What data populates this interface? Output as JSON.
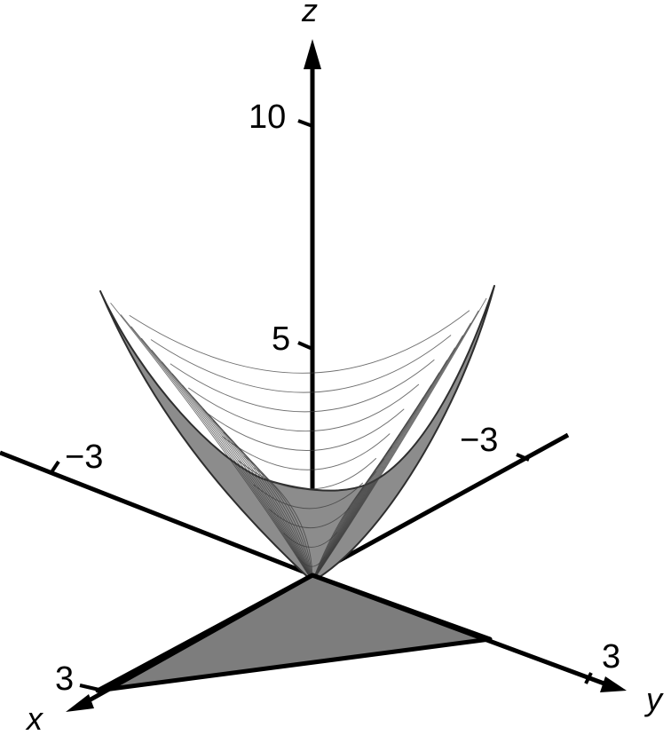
{
  "axes": {
    "x": {
      "label": "x",
      "tick_label": "3"
    },
    "y": {
      "label": "y",
      "tick_label_pos": "3",
      "tick_label_neg": "−3"
    },
    "neg_x_tick_label": "−3",
    "z": {
      "label": "z",
      "tick_5": "5",
      "tick_10": "10"
    }
  },
  "colors": {
    "surface": "#8c8c8c",
    "region": "#7d7d7d",
    "axes": "#000000"
  }
}
